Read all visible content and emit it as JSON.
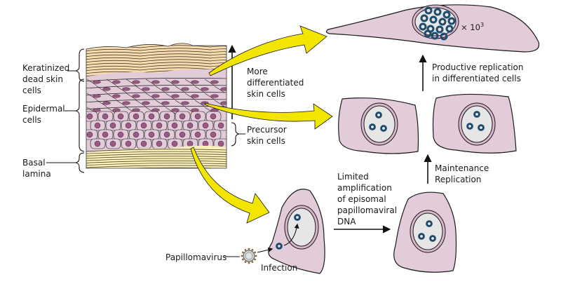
{
  "figure": {
    "skin_labels": {
      "keratinized": [
        "Keratinized",
        "dead skin",
        "cells"
      ],
      "epidermal": [
        "Epidermal",
        "cells"
      ],
      "basal": [
        "Basal",
        "lamina"
      ],
      "more_differentiated": [
        "More",
        "differentiated",
        "skin cells"
      ],
      "precursor": [
        "Precursor",
        "skin cells"
      ]
    },
    "process_labels": {
      "productive": [
        "Productive replication",
        "in differentiated cells"
      ],
      "maintenance": [
        "Maintenance",
        "Replication"
      ],
      "limited": [
        "Limited",
        "amplification",
        "of episomal",
        "papillomaviral",
        "DNA"
      ],
      "papillomavirus": "Papillomavirus",
      "infection": "Infection",
      "copy_number_prefix": "× 10",
      "copy_number_exp": "3"
    },
    "colors": {
      "cell_fill": "#e3ccda",
      "nucleus_membrane": "#d7b7cc",
      "nucleoplasm": "#e6e6e6",
      "episome": "#1e4f74",
      "arrow_yellow": "#f2e500",
      "keratin": "#f5dcae",
      "basal": "#f8f0b8",
      "skin_nucleus": "#9a5a86"
    },
    "episome_counts": {
      "infected_cell": 1,
      "amplified_cell": 3,
      "basal_daughter_cell": 3,
      "maintenance_cell": 3,
      "productive_cell_shown": 14
    }
  }
}
